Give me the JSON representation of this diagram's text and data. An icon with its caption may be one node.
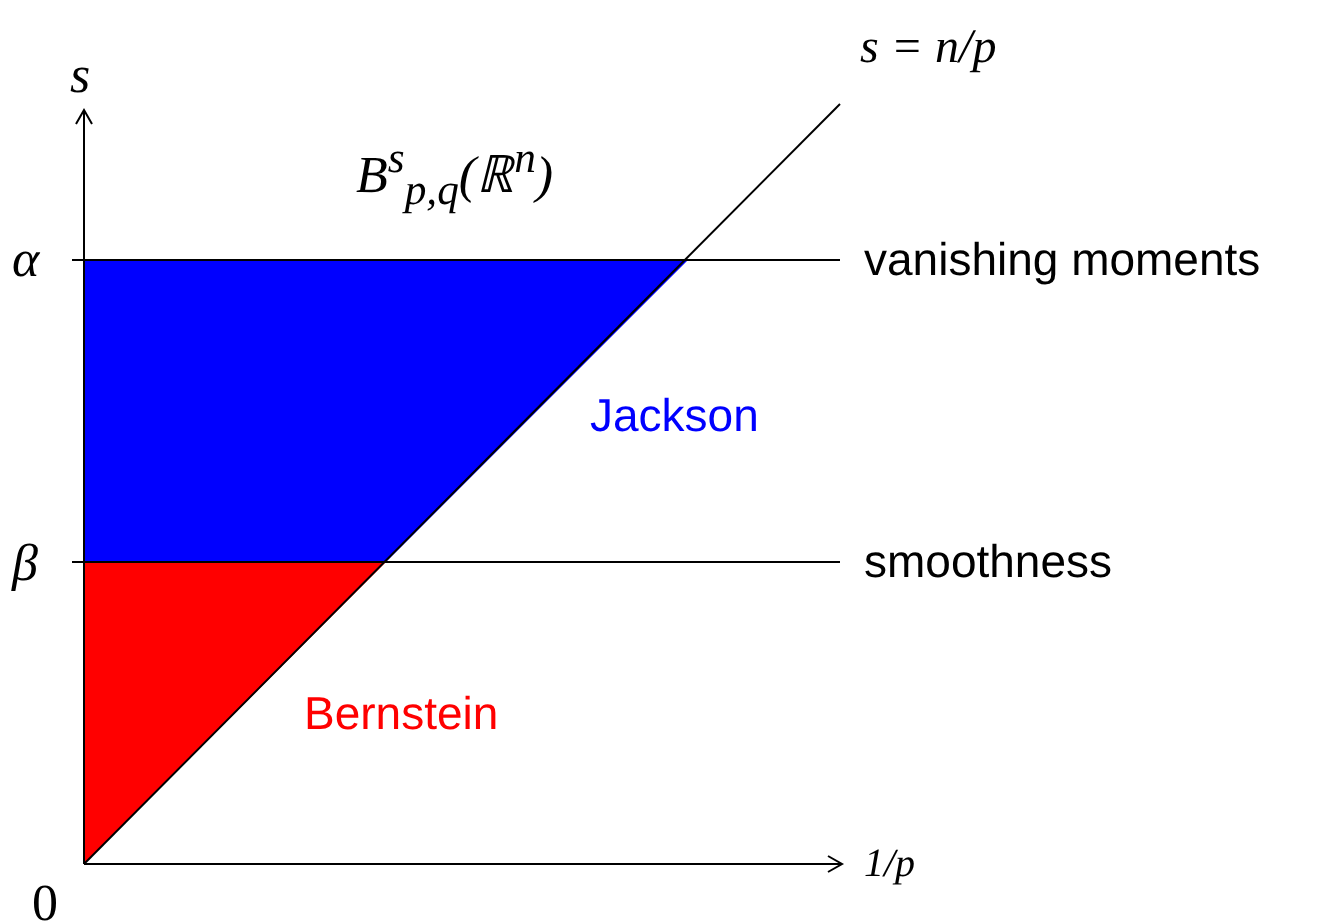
{
  "diagram": {
    "labels": [
      "s",
      "s = n/p",
      "B$^{s}$$_{p,q}$(ℝ$^{n}$)",
      "α",
      "vanishing moments",
      "Jackson",
      "β",
      "smoothness",
      "Bernstein",
      "1/p",
      "0"
    ]
  }
}
